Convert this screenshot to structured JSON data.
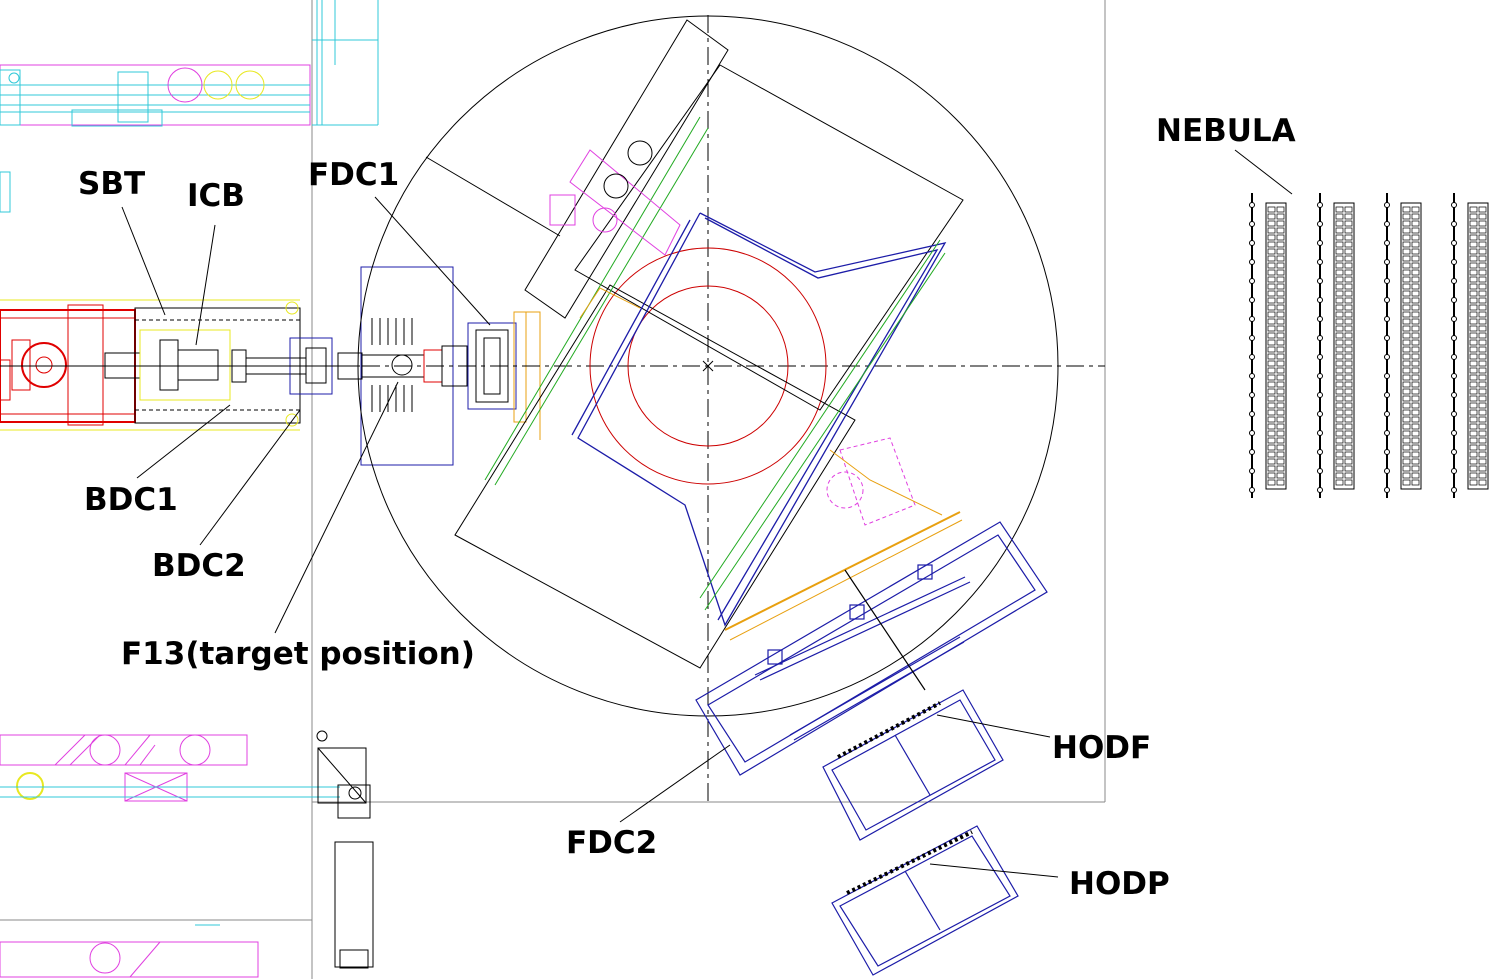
{
  "labels": {
    "sbt": "SBT",
    "icb": "ICB",
    "fdc1": "FDC1",
    "bdc1": "BDC1",
    "bdc2": "BDC2",
    "f13": "F13(target position)",
    "fdc2": "FDC2",
    "hodf": "HODF",
    "hodp": "HODP",
    "nebula": "NEBULA"
  },
  "colors": {
    "outline": "#000000",
    "detector_blue": "#1c1ca8",
    "magnet_red": "#cc0000",
    "gap_green": "#22aa22",
    "holder_orange": "#e8a010",
    "magenta": "#e040e0",
    "cyan": "#30c8d8",
    "beamline_red": "#e00000",
    "yellow": "#e8e820"
  }
}
